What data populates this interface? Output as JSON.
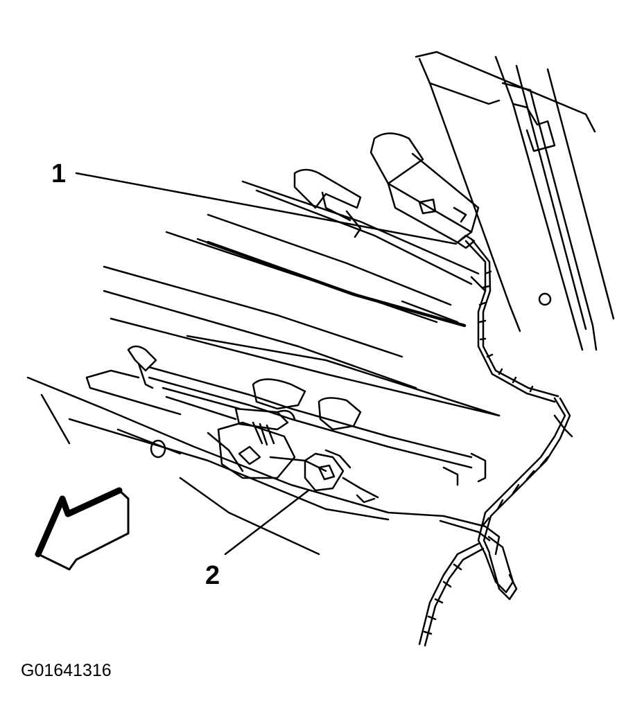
{
  "callouts": [
    {
      "number": "1"
    },
    {
      "number": "2"
    }
  ],
  "figure_id": "G01641316",
  "icons": {
    "direction_arrow": "front-direction-arrow-icon"
  },
  "colors": {
    "line": "#000000",
    "background": "#ffffff"
  }
}
